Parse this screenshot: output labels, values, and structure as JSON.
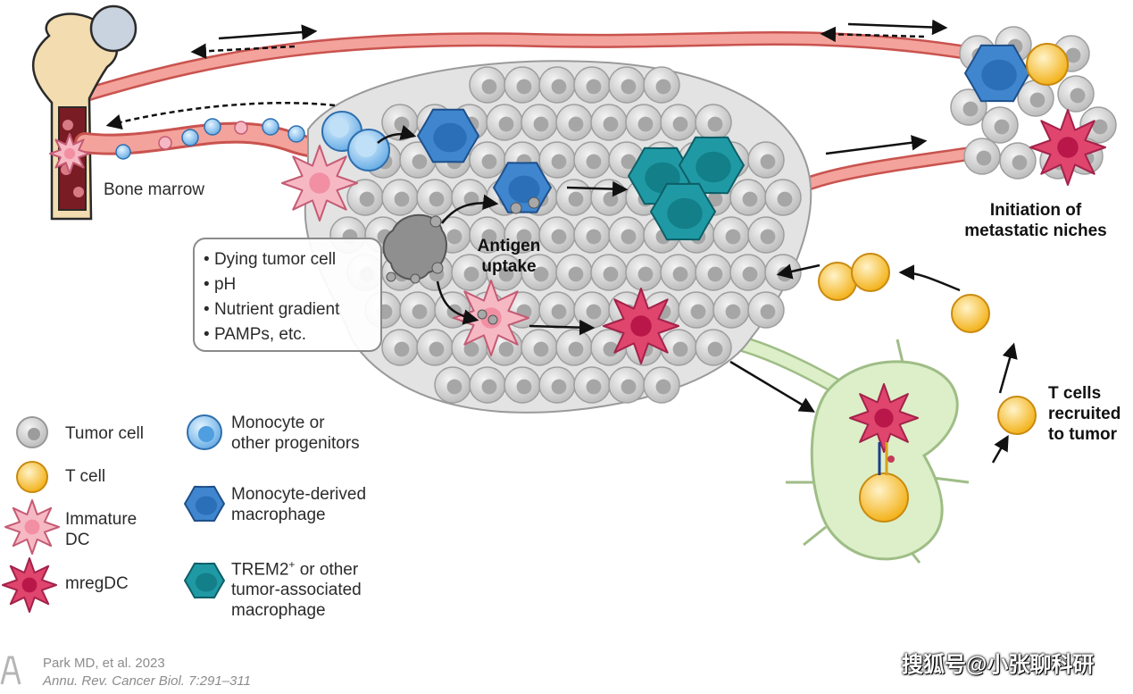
{
  "labels": {
    "bone_marrow": "Bone marrow",
    "antigen_uptake": "Antigen\nuptake",
    "initiation": "Initiation of\nmetastatic niches",
    "t_cells_recruited": "T cells\nrecruited\nto tumor"
  },
  "factors": [
    "Dying tumor cell",
    "pH",
    "Nutrient gradient",
    "PAMPs, etc."
  ],
  "legend": {
    "tumor_cell": "Tumor cell",
    "t_cell": "T cell",
    "immature_dc": "Immature\nDC",
    "mregdc": "mregDC",
    "monocyte": "Monocyte or\nother progenitors",
    "monocyte_macrophage": "Monocyte-derived\nmacrophage",
    "trem2_macrophage_sup": "TREM2",
    "trem2_macrophage_plus": "+",
    "trem2_macrophage_rest": " or other",
    "trem2_macrophage_tail": "tumor-associated\nmacrophage"
  },
  "credit": {
    "authors": "Park MD, et al. 2023",
    "journal": "Annu. Rev. Cancer Biol. 7:291–311",
    "logo_letters": "AR"
  },
  "watermark": "搜狐号@小张聊科研",
  "colors": {
    "tumor_gray": "#d2d2d2",
    "t_cell_yellow": "#f7c23a",
    "immature_dc_pink": "#f6b9c4",
    "mregdc_magenta": "#e0456e",
    "monocyte_blue": "#7fc0ec",
    "macrophage_blue": "#3f86cf",
    "trem2_teal": "#1f9aa5",
    "vessel_red": "#ef8e86",
    "lymph_green": "#dcefc8",
    "bone_tan": "#f2dcb0"
  }
}
